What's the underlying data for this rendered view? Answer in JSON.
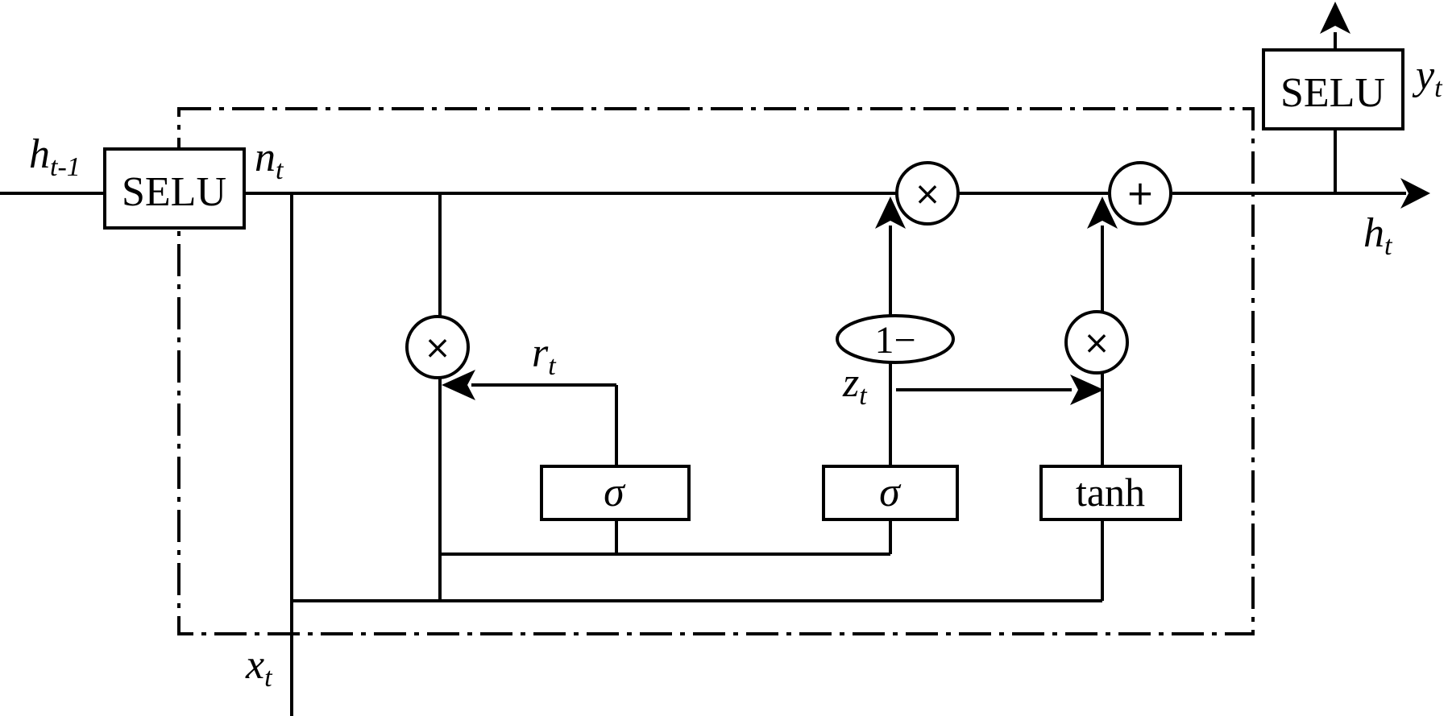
{
  "labels": {
    "h_prev": {
      "base": "h",
      "sub": "t-1"
    },
    "n": {
      "base": "n",
      "sub": "t"
    },
    "x": {
      "base": "x",
      "sub": "t"
    },
    "r": {
      "base": "r",
      "sub": "t"
    },
    "z": {
      "base": "z",
      "sub": "t"
    },
    "h_out": {
      "base": "h",
      "sub": "t"
    },
    "y": {
      "base": "y",
      "sub": "t"
    }
  },
  "boxes": {
    "selu_in": "SELU",
    "selu_out": "SELU",
    "sigma_r": "σ",
    "sigma_z": "σ",
    "tanh": "tanh",
    "one_minus": "1−"
  },
  "ops": {
    "mul_top": "×",
    "add_top": "+",
    "mul_reset": "×",
    "mul_candidate": "×"
  }
}
